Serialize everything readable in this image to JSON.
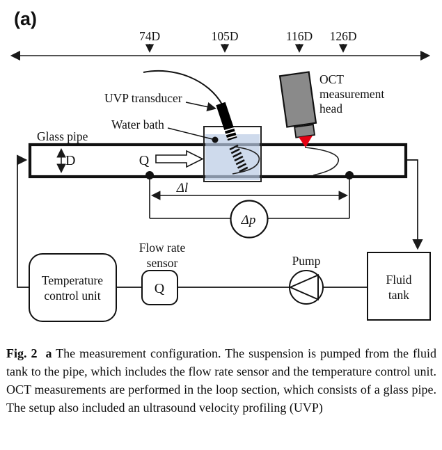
{
  "figure": {
    "panel_label": "(a)",
    "ruler": {
      "positions": [
        {
          "label": "74D"
        },
        {
          "label": "105D"
        },
        {
          "label": "116D"
        },
        {
          "label": "126D"
        }
      ]
    },
    "labels": {
      "uvp_transducer": "UVP transducer",
      "water_bath": "Water bath",
      "glass_pipe": "Glass pipe",
      "oct_line1": "OCT",
      "oct_line2": "measurement",
      "oct_line3": "head",
      "diameter": "D",
      "flow_q": "Q",
      "delta_l": "Δl",
      "delta_p": "Δp",
      "flow_rate_sensor_line1": "Flow rate",
      "flow_rate_sensor_line2": "sensor",
      "sensor_symbol": "Q",
      "pump": "Pump",
      "temp_unit_line1": "Temperature",
      "temp_unit_line2": "control unit",
      "fluid_tank_line1": "Fluid",
      "fluid_tank_line2": "tank"
    },
    "colors": {
      "water": "#b9cbe4",
      "oct_body": "#8a8a8a",
      "beam_red": "#e60012",
      "line": "#1a1a1a"
    }
  },
  "caption": {
    "fig_label": "Fig. 2",
    "sub_label": "a",
    "text": "The measurement configuration. The suspension is pumped from the fluid tank to the pipe, which includes the flow rate sensor and the temperature control unit. OCT measurements are performed in the loop section, which consists of a glass pipe. The setup also included an ultrasound velocity profiling (UVP)"
  }
}
